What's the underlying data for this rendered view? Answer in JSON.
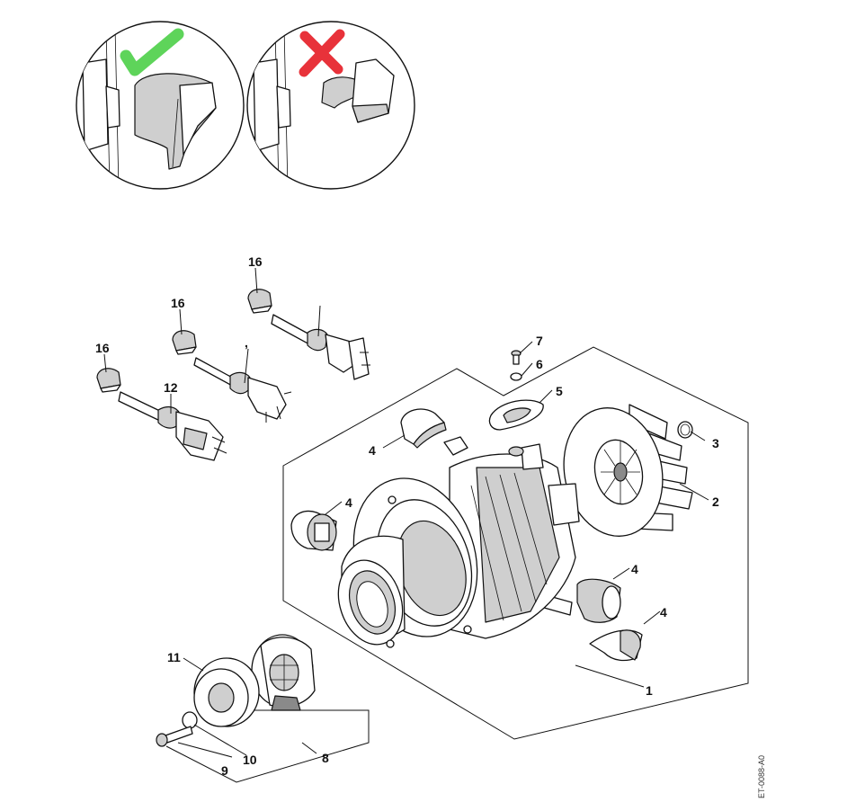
{
  "diagram": {
    "drawing_code": "ET-0088-A0",
    "callouts": [
      {
        "id": "c1",
        "text": "1"
      },
      {
        "id": "c2",
        "text": "2"
      },
      {
        "id": "c3",
        "text": "3"
      },
      {
        "id": "c4a",
        "text": "4"
      },
      {
        "id": "c4b",
        "text": "4"
      },
      {
        "id": "c4c",
        "text": "4"
      },
      {
        "id": "c4d",
        "text": "4"
      },
      {
        "id": "c5",
        "text": "5"
      },
      {
        "id": "c6",
        "text": "6"
      },
      {
        "id": "c7",
        "text": "7"
      },
      {
        "id": "c8",
        "text": "8"
      },
      {
        "id": "c9",
        "text": "9"
      },
      {
        "id": "c10",
        "text": "10"
      },
      {
        "id": "c11",
        "text": "11"
      },
      {
        "id": "c12",
        "text": "12"
      },
      {
        "id": "c16a",
        "text": "16"
      },
      {
        "id": "c16b",
        "text": "16"
      },
      {
        "id": "c16c",
        "text": "16"
      },
      {
        "id": "ccomma",
        "text": ","
      }
    ],
    "detail_views": [
      {
        "name": "correct",
        "mark": "checkmark",
        "mark_color": "#5ed45a"
      },
      {
        "name": "incorrect",
        "mark": "cross",
        "mark_color": "#e8323a"
      }
    ]
  }
}
